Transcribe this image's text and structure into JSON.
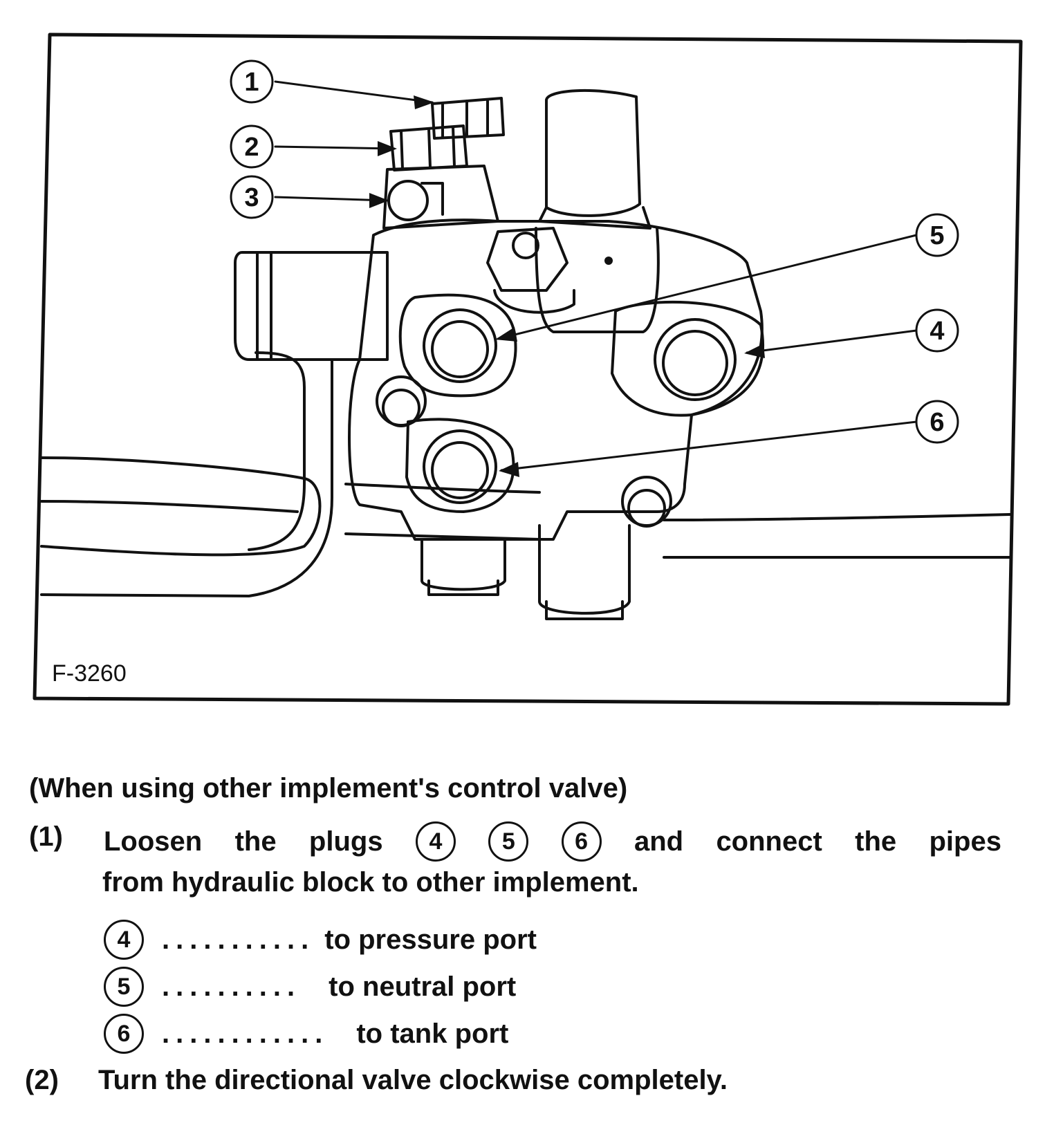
{
  "figure": {
    "figure_id": "F-3260",
    "callouts": [
      "1",
      "2",
      "3",
      "4",
      "5",
      "6"
    ]
  },
  "section": {
    "heading": "(When using other implement's control valve)",
    "step1": {
      "number": "(1)",
      "words_line1": [
        "Loosen",
        "the",
        "plugs"
      ],
      "circled": [
        "4",
        "5",
        "6"
      ],
      "words_line1_end": [
        "and",
        "connect",
        "the",
        "pipes"
      ],
      "line2": "from hydraulic block to other implement."
    },
    "ports": [
      {
        "number": "4",
        "dots": "...........",
        "label": "to pressure port"
      },
      {
        "number": "5",
        "dots": "..........",
        "label": "to neutral port"
      },
      {
        "number": "6",
        "dots": "............",
        "label": "to tank port"
      }
    ],
    "step2": {
      "number": "(2)",
      "text": "Turn the directional valve clockwise completely."
    }
  }
}
